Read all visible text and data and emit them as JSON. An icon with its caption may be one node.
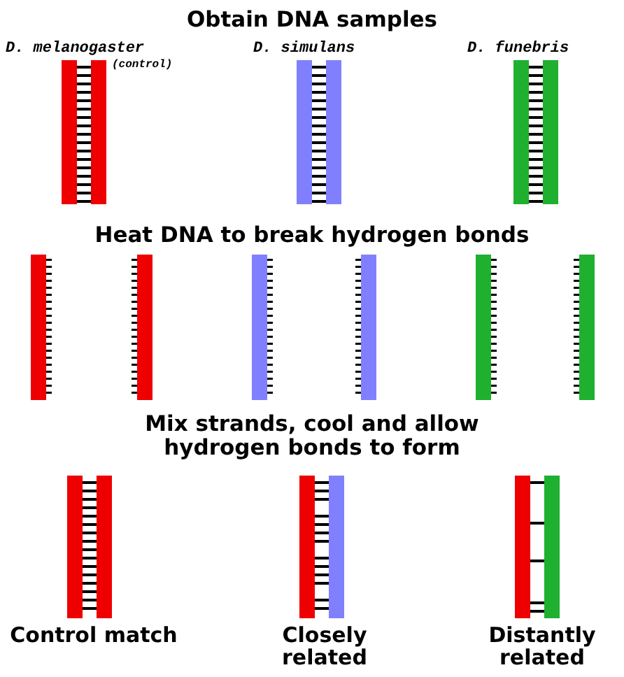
{
  "diagram": {
    "labels": [
      "Obtain DNA samples",
      "D. melanogaster",
      "(control)",
      "D. simulans",
      "D. funebris",
      "Heat DNA to break hydrogen bonds",
      "Mix strands, cool and allow hydrogen bonds to form",
      "Control match",
      "Closely related",
      "Distantly related"
    ]
  }
}
